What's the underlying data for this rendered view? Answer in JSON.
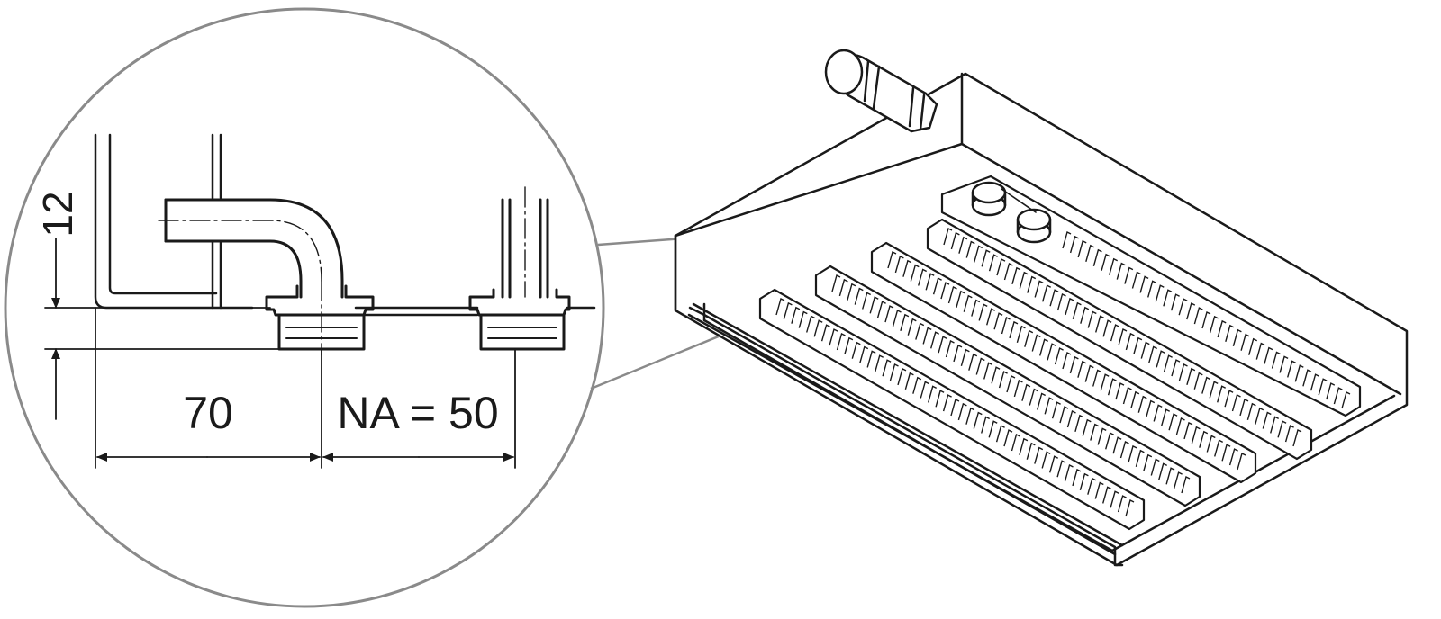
{
  "dimensions": {
    "vertical_offset": "12",
    "left_distance": "70",
    "nominal_spacing": "NA = 50"
  },
  "colors": {
    "line": "#1a1a1a",
    "circle_outline": "#8a8a8a",
    "background": "#ffffff"
  }
}
